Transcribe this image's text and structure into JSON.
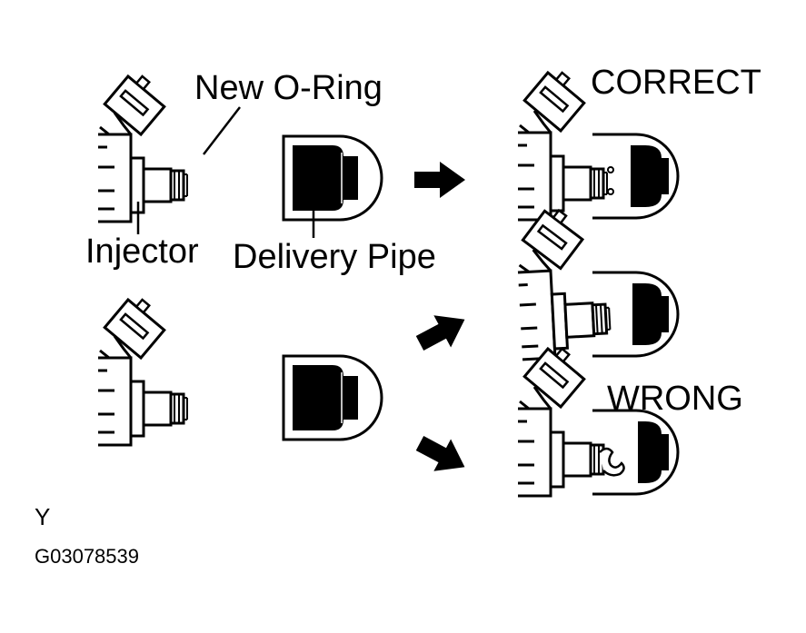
{
  "labels": {
    "new_oring": "New  O-Ring",
    "injector": "Injector",
    "delivery_pipe": "Delivery Pipe",
    "correct": "CORRECT",
    "wrong": "WRONG",
    "corner_letter": "Y",
    "figure_code": "G03078539"
  },
  "colors": {
    "ink": "#000000",
    "paper": "#ffffff"
  }
}
